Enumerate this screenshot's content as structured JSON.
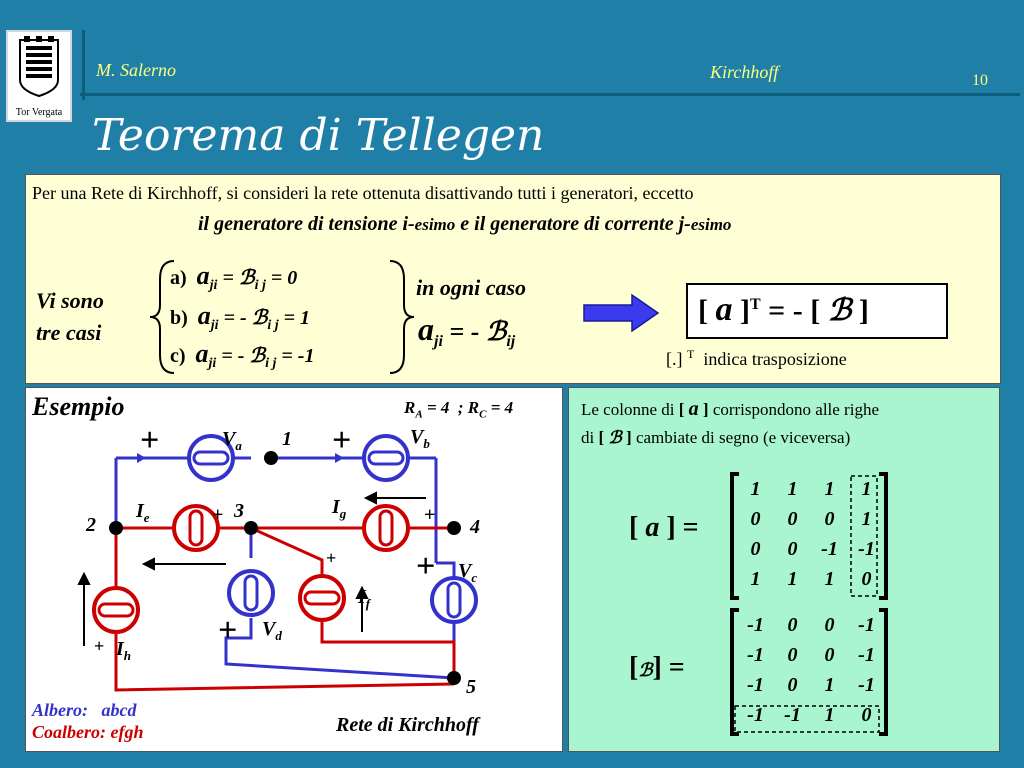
{
  "header": {
    "logo_text": "Tor Vergata",
    "author": "M. Salerno",
    "topic": "Kirchhoff",
    "page": "10",
    "title": "Teorema di Tellegen"
  },
  "intro": {
    "line1": "Per una Rete di Kirchhoff, si consideri la rete ottenuta disattivando tutti i generatori, eccetto",
    "line2_a": "il generatore di tensione i-",
    "line2_b": "esimo",
    "line2_c": " e il generatore di corrente j-",
    "line2_d": "esimo"
  },
  "cases": {
    "label_line1": "Vi sono",
    "label_line2": "tre casi",
    "a_label": "a)",
    "a_eq": "= 0",
    "b_label": "b)",
    "b_eq": "= 1",
    "c_label": "c)",
    "c_eq": "= -1",
    "any_case": "in ogni caso",
    "transpose_note": "indica trasposizione",
    "transpose_sym": "[.]"
  },
  "example": {
    "heading": "Esempio",
    "params": "R",
    "albero_label": "Albero:",
    "albero_value": "abcd",
    "coalbero_label": "Coalbero:",
    "coalbero_value": "efgh",
    "caption": "Rete di Kirchhoff",
    "nodes": [
      "1",
      "2",
      "3",
      "4",
      "5"
    ]
  },
  "matrices": {
    "note_a": "Le colonne di",
    "note_b": "corrispondono alle righe",
    "note_c": "di",
    "note_d": "cambiate di segno (e viceversa)",
    "A": [
      [
        "1",
        "1",
        "1",
        "1"
      ],
      [
        "0",
        "0",
        "0",
        "1"
      ],
      [
        "0",
        "0",
        "-1",
        "-1"
      ],
      [
        "1",
        "1",
        "1",
        "0"
      ]
    ],
    "B": [
      [
        "-1",
        "0",
        "0",
        "-1"
      ],
      [
        "-1",
        "0",
        "0",
        "-1"
      ],
      [
        "-1",
        "0",
        "1",
        "-1"
      ],
      [
        "-1",
        "-1",
        "1",
        "0"
      ]
    ]
  },
  "colors": {
    "background": "#1f7fa7",
    "yellow_panel": "#ffffd6",
    "green_panel": "#a8f5cf",
    "red_wire": "#cc0000",
    "blue_wire": "#3333cc"
  }
}
